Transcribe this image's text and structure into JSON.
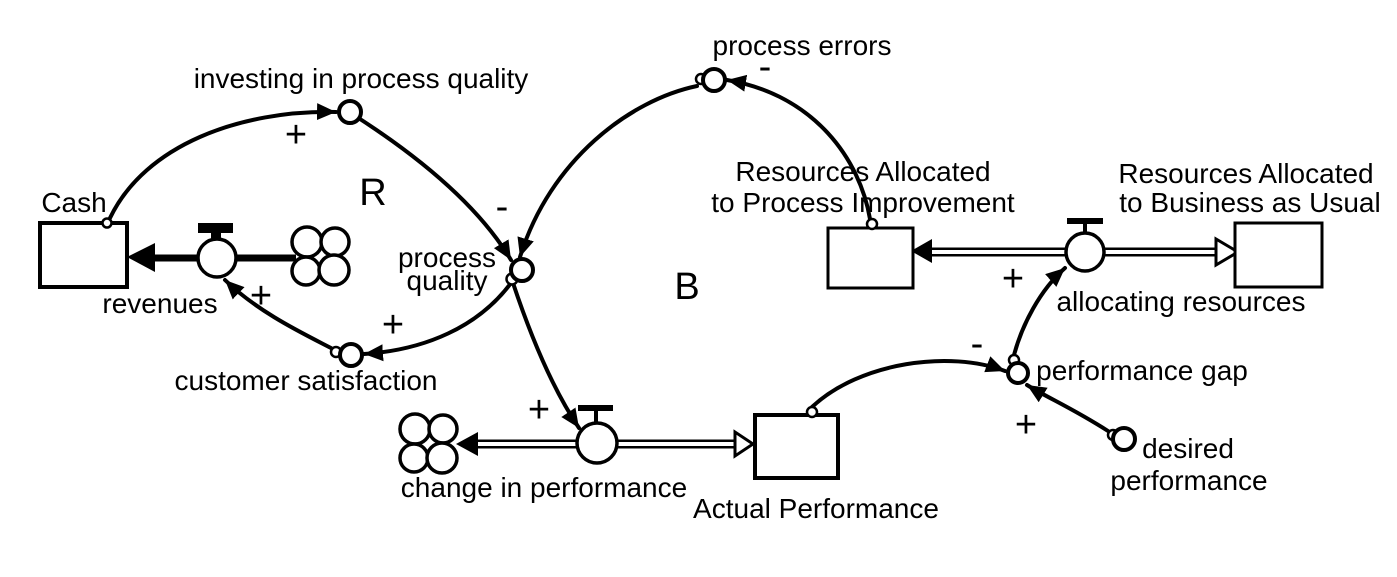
{
  "colors": {
    "ink": "#000000",
    "background": "#ffffff"
  },
  "stocks": [
    {
      "id": "cash",
      "label": "Cash"
    },
    {
      "id": "resources-allocated-to-process-improvement",
      "label_line1": "Resources Allocated",
      "label_line2": "to Process Improvement"
    },
    {
      "id": "resources-allocated-to-business-as-usual",
      "label_line1": "Resources Allocated",
      "label_line2": "to Business as Usual"
    },
    {
      "id": "actual-performance",
      "label": "Actual Performance"
    }
  ],
  "flows": [
    {
      "id": "revenues",
      "label": "revenues",
      "style": "bold-uniflow-into-cash"
    },
    {
      "id": "allocating-resources",
      "label": "allocating resources",
      "style": "biflow-between-resource-stocks"
    },
    {
      "id": "change-in-performance",
      "label": "change in performance",
      "style": "biflow-into-actual-performance"
    }
  ],
  "variables": [
    {
      "id": "investing-in-process-quality",
      "label": "investing in process quality"
    },
    {
      "id": "process-quality",
      "label_line1": "process",
      "label_line2": "quality"
    },
    {
      "id": "process-errors",
      "label": "process errors"
    },
    {
      "id": "customer-satisfaction",
      "label": "customer satisfaction"
    },
    {
      "id": "performance-gap",
      "label": "performance gap"
    },
    {
      "id": "desired-performance",
      "label_line1": "desired",
      "label_line2": "performance"
    }
  ],
  "loops": [
    {
      "id": "R",
      "label": "R",
      "type": "reinforcing"
    },
    {
      "id": "B",
      "label": "B",
      "type": "balancing"
    }
  ],
  "links": [
    {
      "from": "cash",
      "to": "investing-in-process-quality",
      "sign": "+"
    },
    {
      "from": "investing-in-process-quality",
      "to": "process-quality",
      "sign": ""
    },
    {
      "from": "process-errors",
      "to": "process-quality",
      "sign": "-"
    },
    {
      "from": "resources-allocated-to-process-improvement",
      "to": "process-errors",
      "sign": "-"
    },
    {
      "from": "process-quality",
      "to": "customer-satisfaction",
      "sign": "+"
    },
    {
      "from": "customer-satisfaction",
      "to": "revenues",
      "sign": "+"
    },
    {
      "from": "process-quality",
      "to": "change-in-performance",
      "sign": "+"
    },
    {
      "from": "actual-performance",
      "to": "performance-gap",
      "sign": "-"
    },
    {
      "from": "desired-performance",
      "to": "performance-gap",
      "sign": "+"
    },
    {
      "from": "performance-gap",
      "to": "allocating-resources",
      "sign": "+"
    }
  ]
}
